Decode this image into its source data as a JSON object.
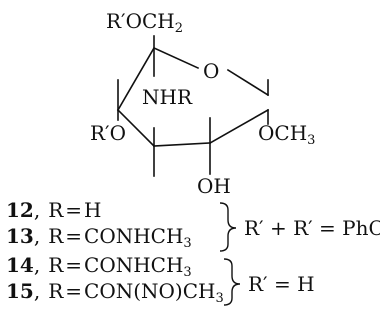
{
  "structure": {
    "ch2_group": {
      "prefix": "R′OCH",
      "sub": "2"
    },
    "ring_oxygen": "O",
    "nhr_group": "NHR",
    "ro_group": "R′O",
    "och3_group": {
      "prefix": "OCH",
      "sub": "3"
    },
    "oh_group": "OH"
  },
  "compounds": [
    {
      "num": "12",
      "label_sep": ",",
      "r_prefix": "R",
      "eq": "=",
      "r_value": "H",
      "r_sub": ""
    },
    {
      "num": "13",
      "label_sep": ",",
      "r_prefix": "R",
      "eq": "=",
      "r_value": "CONHCH",
      "r_sub": "3"
    },
    {
      "num": "14",
      "label_sep": ",",
      "r_prefix": "R",
      "eq": "=",
      "r_value": "CONHCH",
      "r_sub": "3"
    },
    {
      "num": "15",
      "label_sep": ",",
      "r_prefix": "R",
      "eq": "=",
      "r_value": "CON(NO)CH",
      "r_sub": "3"
    }
  ],
  "group_notes": [
    {
      "text": "R′ + R′ = PhCH"
    },
    {
      "text": "R′ = H"
    }
  ]
}
